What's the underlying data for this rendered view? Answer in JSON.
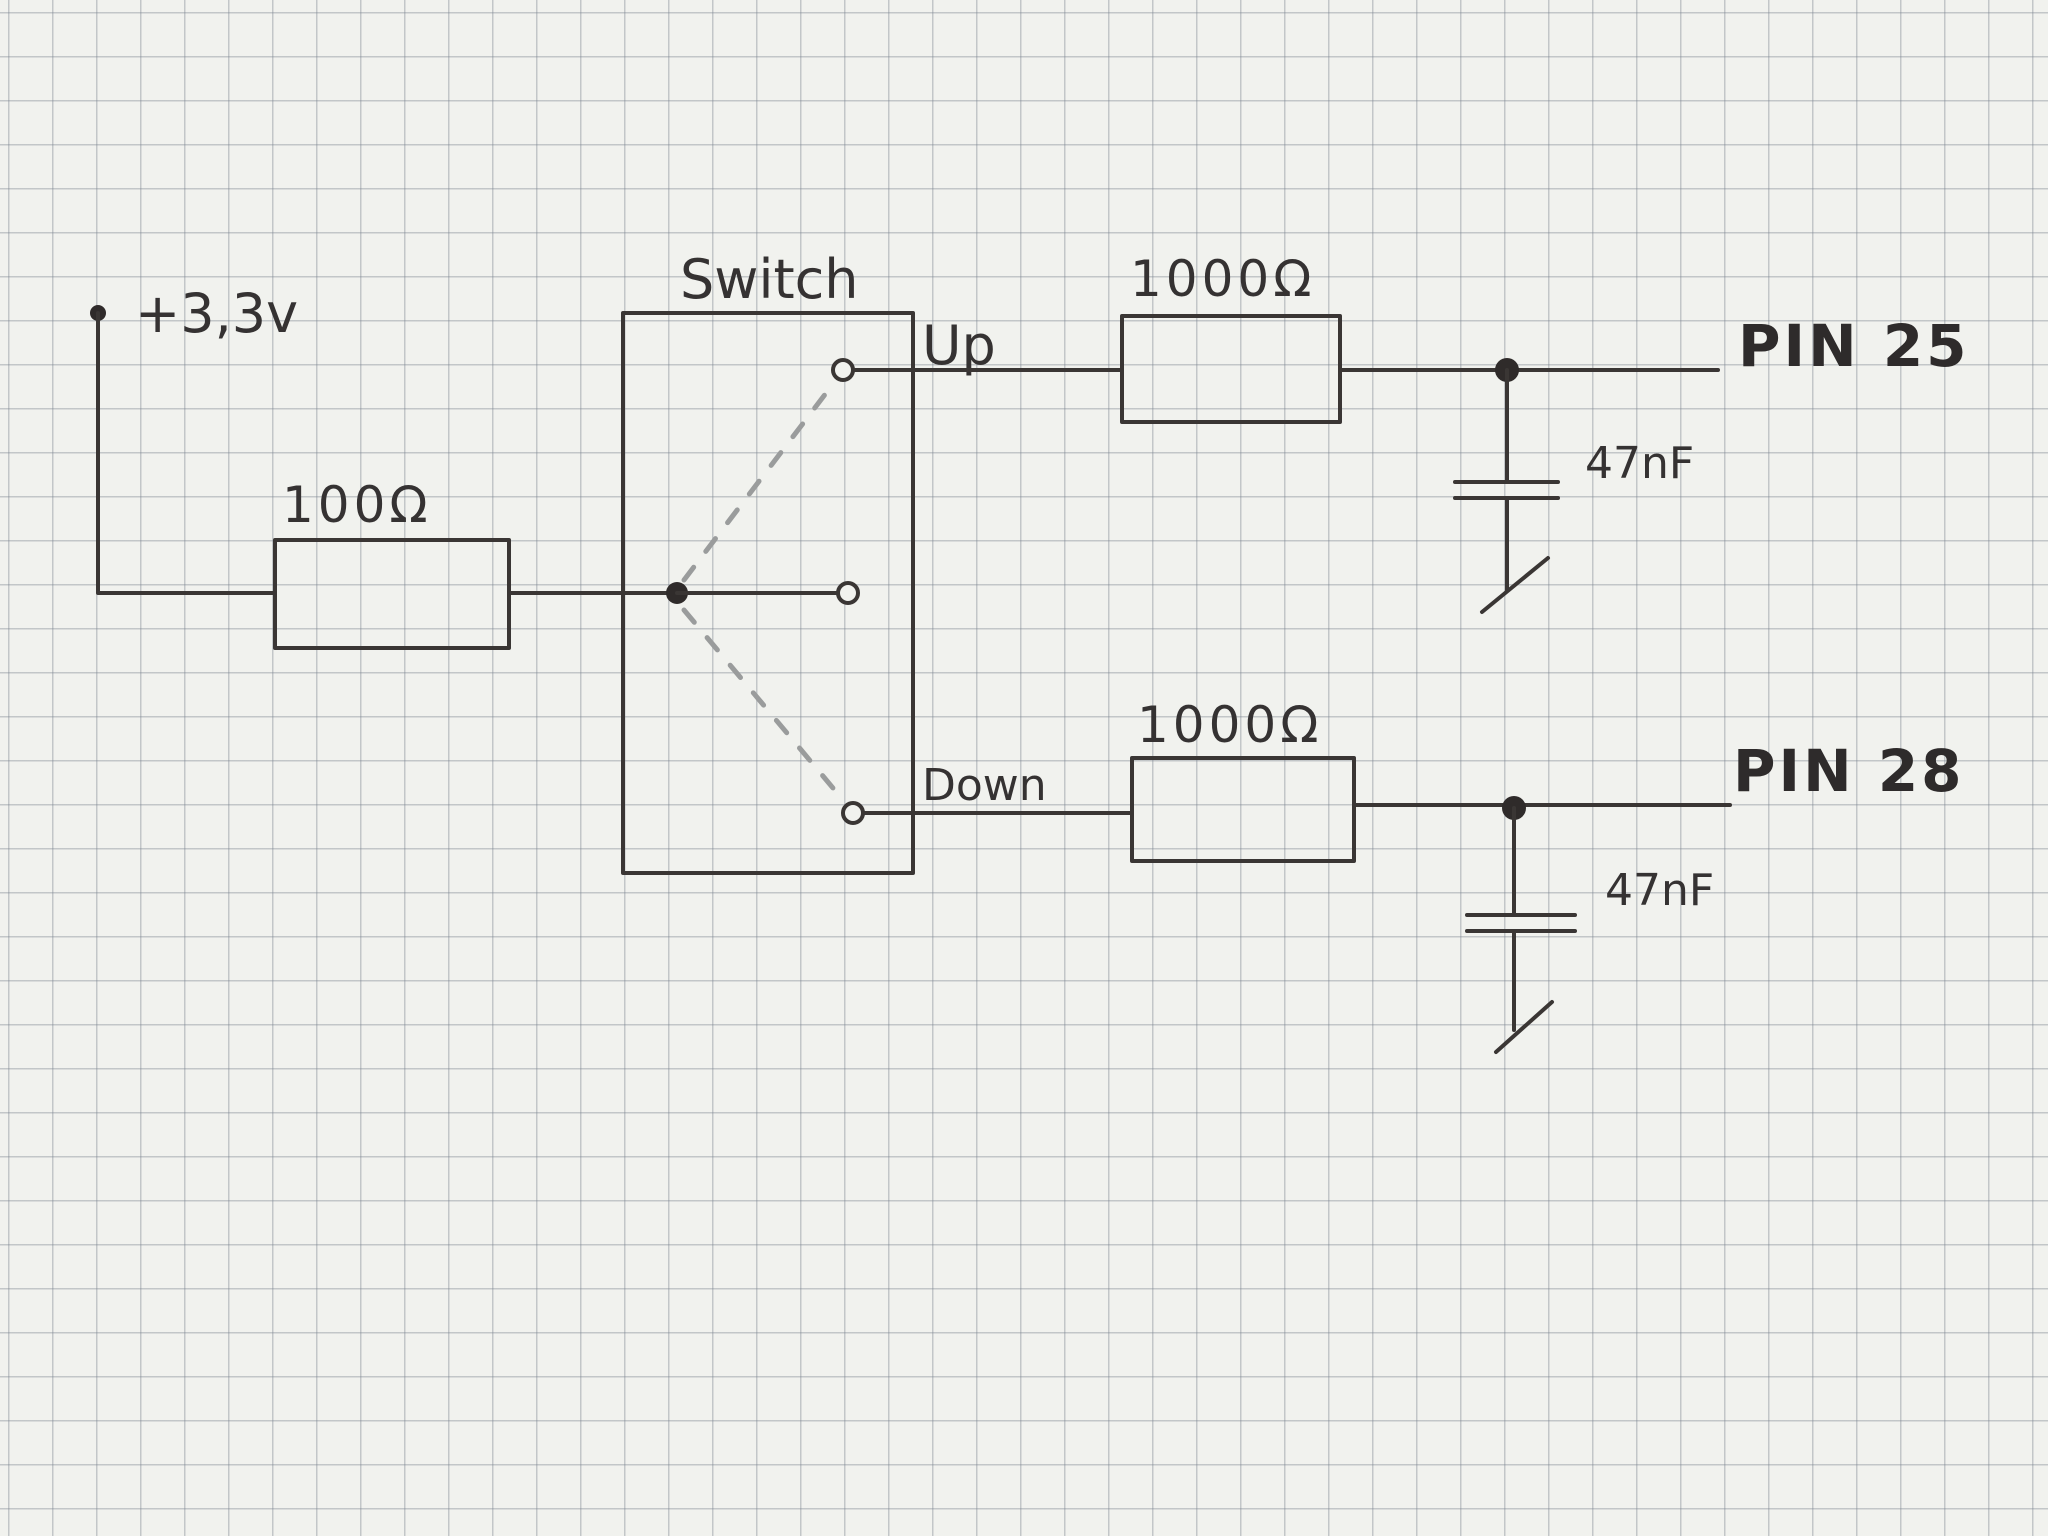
{
  "labels": {
    "supply": "+3,3v",
    "switch": "Switch",
    "up": "Up",
    "down": "Down",
    "r_input": "100Ω",
    "r_up": "1000Ω",
    "r_down": "1000Ω",
    "c_up": "47nF",
    "c_down": "47nF",
    "pin_up": "PIN 25",
    "pin_down": "PIN 28"
  },
  "colors": {
    "ink": "#3a3634",
    "paper": "#f1f2ee",
    "grid": "#78808c",
    "dashed_lever": "#9a9c9c"
  }
}
